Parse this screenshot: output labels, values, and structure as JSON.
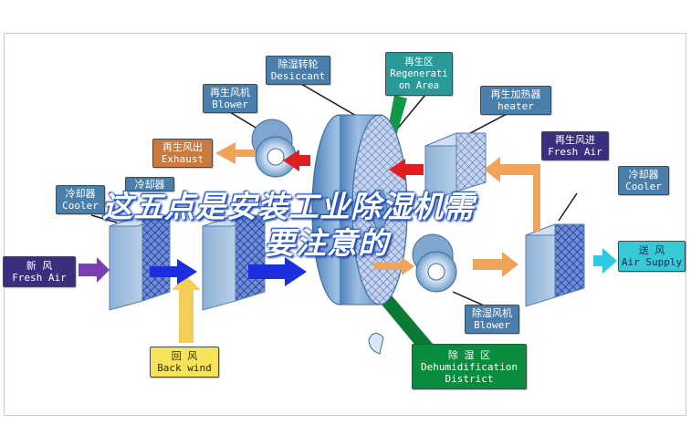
{
  "labels": {
    "desiccant": [
      "除湿转轮",
      "Desiccant"
    ],
    "regen_area": [
      "再生区",
      "Regenerati",
      "on Area"
    ],
    "regen_blower": [
      "再生风机",
      "Blower"
    ],
    "regen_heater": [
      "再生加热器",
      "heater"
    ],
    "regen_exhaust": [
      "再生风出",
      "Exhaust"
    ],
    "regen_fresh_air": [
      "再生风进",
      "Fresh Air"
    ],
    "cooler_left": [
      "冷却器",
      "Cooler"
    ],
    "cooler_mid": [
      "冷却器"
    ],
    "cooler_right": [
      "冷却器",
      "Cooler"
    ],
    "fresh_air": [
      "新    风",
      "Fresh Air"
    ],
    "air_supply": [
      "送  风",
      "Air Supply"
    ],
    "back_wind": [
      "回    风",
      "Back wind"
    ],
    "dehum_blower": [
      "除湿风机",
      "Blower"
    ],
    "dehum_district": [
      "除    湿    区",
      "Dehumidification",
      "District"
    ]
  },
  "banner": {
    "line1": "这五点是安装工业除湿机需",
    "line2": "要注意的"
  },
  "colors": {
    "label_blue": "#4a7fab",
    "label_teal": "#2a9a98",
    "label_orange": "#c97a3c",
    "label_navy": "#3a2e7e",
    "label_cyan": "#38c9d6",
    "label_yellow": "#f6e35a",
    "label_green": "#0a8d3e",
    "arrow_orange": "#f0a35a",
    "arrow_red": "#e02020",
    "arrow_blue": "#1c2fe0",
    "arrow_purple": "#7b3fb0",
    "arrow_cyan": "#2ecbe0",
    "arrow_yellow": "#f5cf55",
    "wheel": "#6f9cc9",
    "banner_outline": "#1d4fc8"
  }
}
